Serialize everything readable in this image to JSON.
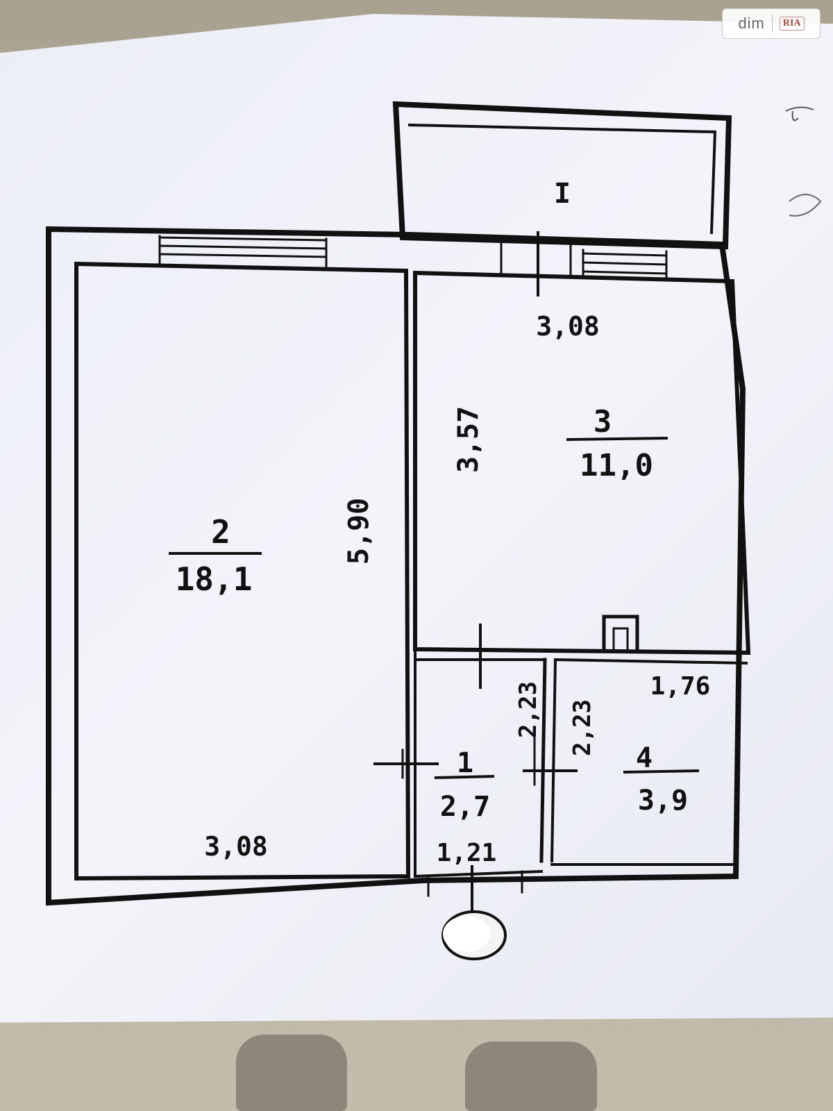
{
  "watermark": {
    "brand": "dim",
    "sub": "RIA"
  },
  "rooms": [
    {
      "id": "1",
      "area": "2,7"
    },
    {
      "id": "2",
      "area": "18,1"
    },
    {
      "id": "3",
      "area": "11,0"
    },
    {
      "id": "4",
      "area": "3,9"
    },
    {
      "id": "I",
      "area": ""
    }
  ],
  "dimensions": {
    "top_room3": "3,08",
    "bottom_room2": "3,08",
    "room2_height": "5,90",
    "room3_height": "3,57",
    "room4_width": "1,76",
    "room1_height": "2,23",
    "room4_height": "2,23",
    "room1_width": "1,21"
  },
  "colors": {
    "ink": "#111111",
    "paper": "#eef0f6",
    "background": "#b5ad9d"
  }
}
